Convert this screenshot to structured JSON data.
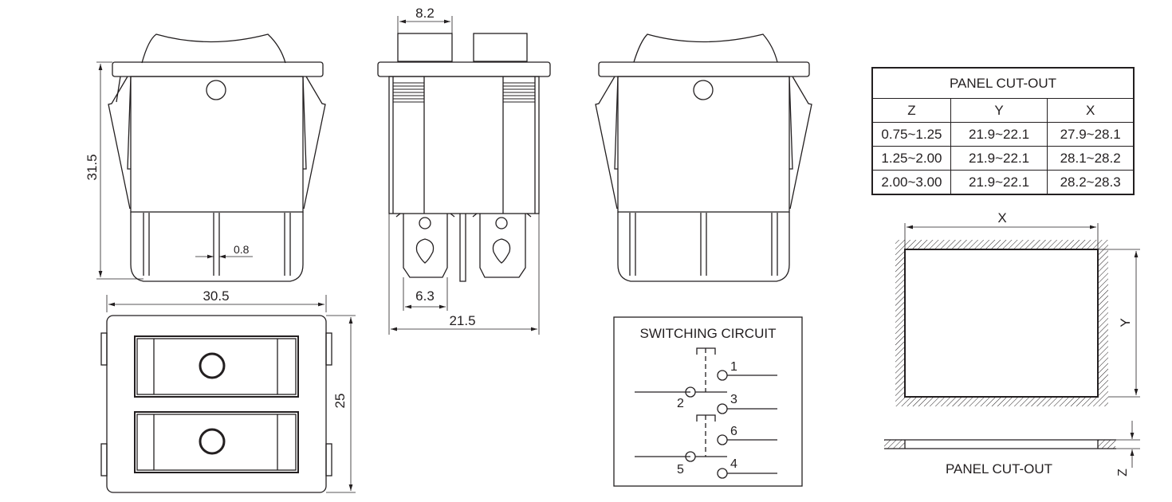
{
  "title": "Rocker switch dimensional drawing",
  "dimensions": {
    "front_height": "31.5",
    "front_width": "30.5",
    "pin_width": "0.8",
    "actuator_width": "8.2",
    "terminal_width": "6.3",
    "side_width": "21.5",
    "top_height": "25"
  },
  "switching_circuit": {
    "title": "SWITCHING CIRCUIT",
    "terminals": [
      "1",
      "2",
      "3",
      "6",
      "5",
      "4"
    ]
  },
  "panel_cutout_table": {
    "title": "PANEL CUT-OUT",
    "headers": [
      "Z",
      "Y",
      "X"
    ],
    "rows": [
      [
        "0.75~1.25",
        "21.9~22.1",
        "27.9~28.1"
      ],
      [
        "1.25~2.00",
        "21.9~22.1",
        "28.1~28.2"
      ],
      [
        "2.00~3.00",
        "21.9~22.1",
        "28.2~28.3"
      ]
    ]
  },
  "cutout_drawing": {
    "x_label": "X",
    "y_label": "Y",
    "z_label": "Z",
    "caption": "PANEL CUT-OUT"
  }
}
